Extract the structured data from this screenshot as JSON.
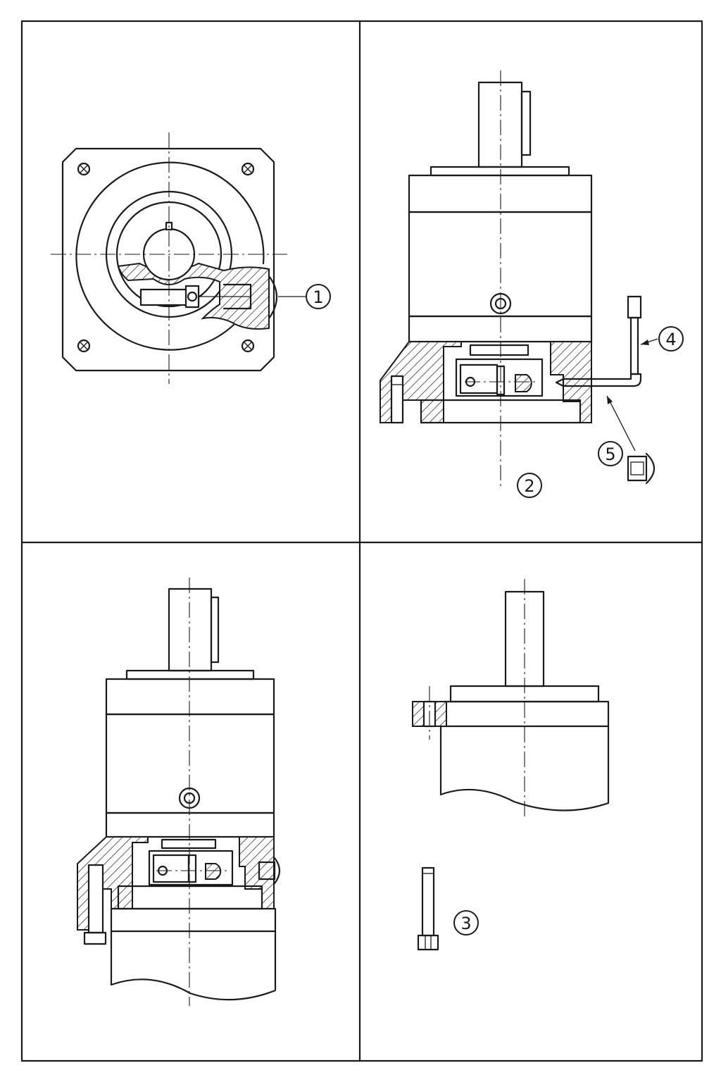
{
  "callouts": {
    "c1": "1",
    "c2": "2",
    "c3": "3",
    "c4": "4",
    "c5": "5"
  },
  "colors": {
    "line": "#1a1a1a",
    "background": "#ffffff"
  }
}
